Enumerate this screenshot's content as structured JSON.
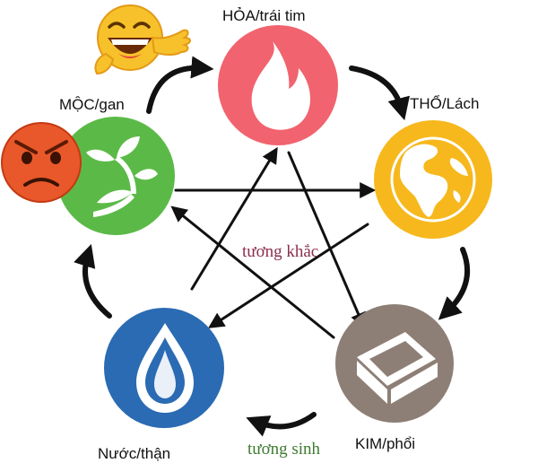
{
  "elements": {
    "fire": {
      "label": "HỎA/trái tim",
      "color": "#F1636E",
      "icon": "flame-icon"
    },
    "earth": {
      "label": "THỔ/Lách",
      "color": "#F6B81C",
      "icon": "globe-icon"
    },
    "metal": {
      "label": "KIM/phổi",
      "color": "#8E7F76",
      "icon": "metal-ingot-icon"
    },
    "water": {
      "label": "Nước/thận",
      "color": "#2A6BB3",
      "icon": "water-drop-icon"
    },
    "wood": {
      "label": "MỘC/gan",
      "color": "#5BBA47",
      "icon": "sprout-icon"
    }
  },
  "annotations": {
    "destruction": "tương khắc",
    "generation": "tương sinh"
  },
  "emojis": {
    "laughing": "laughing-pointing-emoji",
    "angry": "angry-face-emoji"
  },
  "colors": {
    "destruction_text": "#8B2E4C",
    "generation_text": "#3E7B31",
    "arrow": "#111111"
  }
}
